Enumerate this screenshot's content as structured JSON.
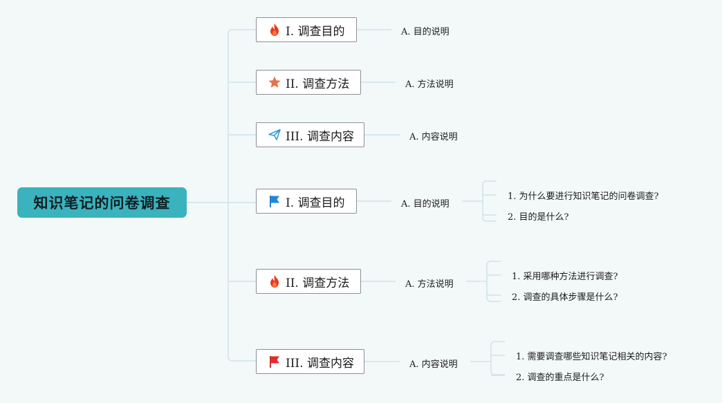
{
  "root": {
    "label": "知识笔记的问卷调查"
  },
  "branches": [
    {
      "icon": "fire-icon",
      "label": "I. 调查目的",
      "sub": "A. 目的说明",
      "leaves": []
    },
    {
      "icon": "star-icon",
      "label": "II. 调查方法",
      "sub": "A. 方法说明",
      "leaves": []
    },
    {
      "icon": "paper-plane-icon",
      "label": "III. 调查内容",
      "sub": "A. 内容说明",
      "leaves": []
    },
    {
      "icon": "blue-flag-icon",
      "label": "I. 调查目的",
      "sub": "A. 目的说明",
      "leaves": [
        "1. 为什么要进行知识笔记的问卷调查?",
        "2. 目的是什么?"
      ]
    },
    {
      "icon": "fire-icon",
      "label": "II. 调查方法",
      "sub": "A. 方法说明",
      "leaves": [
        "1. 采用哪种方法进行调查?",
        "2. 调查的具体步骤是什么?"
      ]
    },
    {
      "icon": "red-flag-icon",
      "label": "III. 调查内容",
      "sub": "A. 内容说明",
      "leaves": [
        "1. 需要调查哪些知识笔记相关的内容?",
        "2. 调查的重点是什么?"
      ]
    }
  ],
  "colors": {
    "root_fill": "#3bb3be",
    "connector": "#cfe3ea",
    "background": "#f3f8f9"
  }
}
